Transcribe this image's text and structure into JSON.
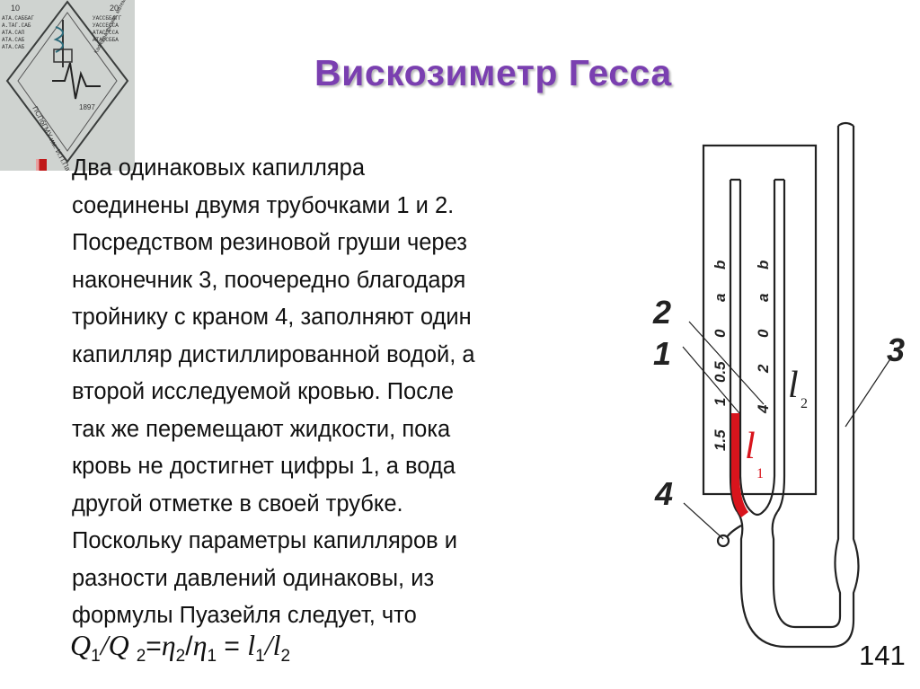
{
  "slide": {
    "title": "Вискозиметр Гесса",
    "body_lines": [
      "Два одинаковых капилляра",
      "соединены двумя трубочками 1 и 2.",
      "Посредством резиновой груши через",
      "наконечник 3, поочередно благодаря",
      "тройнику с краном 4, заполняют один",
      "капилляр дистиллированной водой, а",
      "второй исследуемой кровью. После",
      "так же перемещают жидкости, пока",
      "кровь не достигнет цифры 1, а вода",
      "другой отметке в своей трубке.",
      "Поскольку параметры капилляров  и",
      "разности давлений одинаковы, из",
      "формулы Пуазейля следует, что"
    ],
    "formula": {
      "q": "Q",
      "q1_sub": "1",
      "slash1": "/",
      "q2": "Q ",
      "q2_sub": "2",
      "eq1": "=",
      "eta": "η",
      "eta2_sub": "2",
      "slash2": "/",
      "eta_b": "η",
      "eta1_sub": "1",
      "eq2": " = ",
      "l": "l",
      "l1_sub": "1",
      "slash3": "/",
      "l_b": "l",
      "l2_sub": "2"
    },
    "page_number": "141"
  },
  "logo": {
    "top_left_number": "10",
    "top_right_number": "20",
    "left_column": [
      "АТА.САББАГ",
      "А.ТАГ.САБ",
      "АТА.САП",
      "АТА.САБ",
      "АТА.САБ"
    ],
    "right_column": [
      "УАССББАГГ",
      "УАССЕССА",
      "АТАССССА",
      "АТАССББА"
    ],
    "side_text": "ПСПбГМУ им. И.П.Павлова",
    "year": "1897",
    "side_text_right": "Кафедра физики, математики, информатики"
  },
  "diagram": {
    "labels": {
      "label_2": "2",
      "label_1": "1",
      "label_3": "3",
      "label_4": "4",
      "l1_main": "l",
      "l1_sub": "1",
      "l2_main": "l",
      "l2_sub": "2"
    },
    "left_scale": [
      "1.5",
      "1",
      "0.5",
      "0",
      "a",
      "b"
    ],
    "right_scale": [
      "4",
      "2",
      "0",
      "a",
      "b"
    ],
    "colors": {
      "blood": "#d8141c",
      "ink": "#222222"
    }
  }
}
